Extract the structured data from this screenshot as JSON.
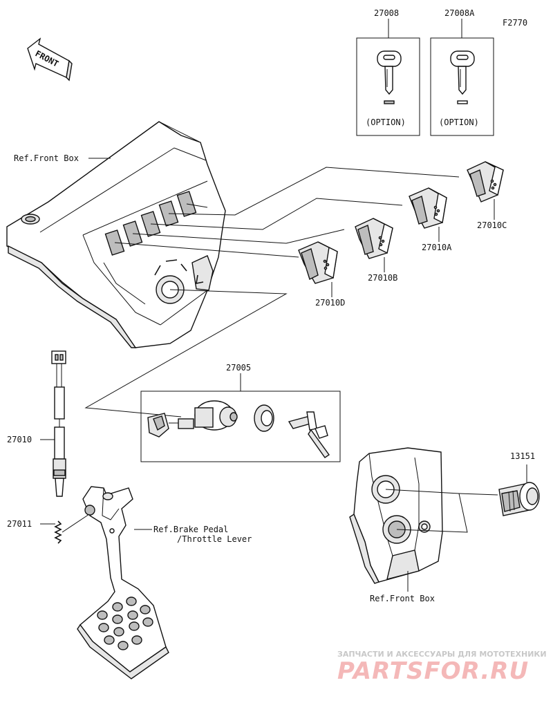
{
  "figure_code": "F2770",
  "front_arrow_label": "FRONT",
  "parts": {
    "p27008": "27008",
    "p27008A": "27008A",
    "p27010C": "27010C",
    "p27010A": "27010A",
    "p27010B": "27010B",
    "p27010D": "27010D",
    "p27005": "27005",
    "p27010": "27010",
    "p27011": "27011",
    "p13151": "13151"
  },
  "option_label": "(OPTION)",
  "refs": {
    "front_box_top": "Ref.Front Box",
    "brake_line1": "Ref.Brake Pedal",
    "brake_line2": "/Throttle Lever",
    "front_box_bottom": "Ref.Front Box"
  },
  "watermark": {
    "line1": "ЗАПЧАСТИ И АКСЕССУАРЫ ДЛЯ МОТОТЕХНИКИ",
    "line2": "PARTSFOR.RU"
  }
}
